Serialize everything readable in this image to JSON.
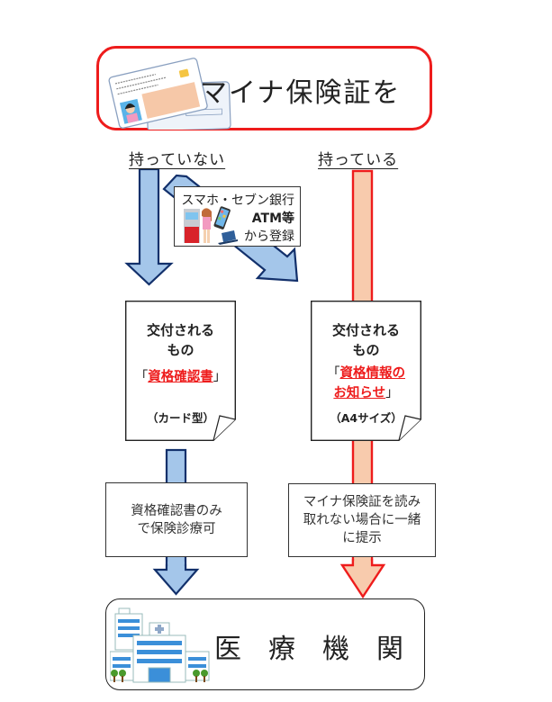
{
  "header": {
    "title": "マイナ保険証を",
    "icon": "my-number-card-icon"
  },
  "branches": {
    "left_label": "持っていない",
    "right_label": "持っている"
  },
  "registration": {
    "line1": "スマホ・セブン銀行",
    "line2": "ATM等",
    "line3": "から登録",
    "icon": "atm-smartphone-laptop-icon"
  },
  "left_document": {
    "heading_line1": "交付される",
    "heading_line2": "もの",
    "open_bracket": "「",
    "name_line1": "資格確認書",
    "name_line2": "",
    "close_bracket": "」",
    "type": "（カード型）"
  },
  "right_document": {
    "heading_line1": "交付される",
    "heading_line2": "もの",
    "open_bracket": "「",
    "name_line1": "資格情報の",
    "name_line2": "お知らせ",
    "close_bracket": "」",
    "type": "（A4サイズ）"
  },
  "left_note": {
    "line1": "資格確認書のみ",
    "line2": "で保険診療可"
  },
  "right_note": {
    "line1": "マイナ保険証を読み",
    "line2": "取れない場合に一緒",
    "line3": "に提示"
  },
  "destination": {
    "chars": [
      "医",
      "療",
      "機",
      "関"
    ],
    "icon": "hospital-building-icon"
  },
  "colors": {
    "accent_red": "#ee1c1c",
    "blue_fill": "#a4c6ea",
    "blue_stroke": "#12306b",
    "peach_fill": "#f8cbad"
  }
}
